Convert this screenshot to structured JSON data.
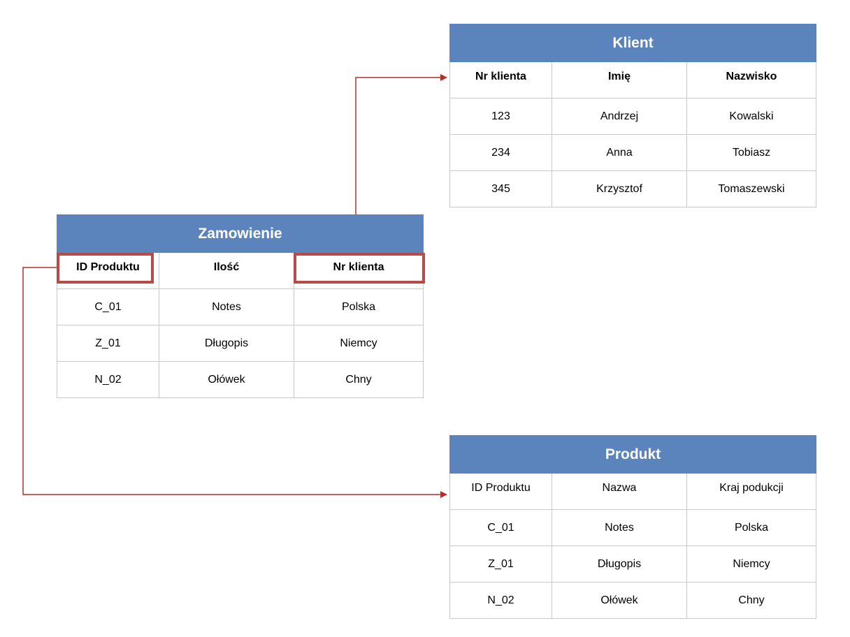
{
  "colors": {
    "header": "#5b84bc",
    "connector": "#b2302a",
    "highlight": "#b94a4a"
  },
  "tables": {
    "klient": {
      "title": "Klient",
      "columns": [
        "Nr klienta",
        "Imię",
        "Nazwisko"
      ],
      "rows": [
        [
          "123",
          "Andrzej",
          "Kowalski"
        ],
        [
          "234",
          "Anna",
          "Tobiasz"
        ],
        [
          "345",
          "Krzysztof",
          "Tomaszewski"
        ]
      ]
    },
    "zamowienie": {
      "title": "Zamowienie",
      "columns": [
        "ID Produktu",
        "Ilość",
        "Nr klienta"
      ],
      "rows": [
        [
          "C_01",
          "Notes",
          "Polska"
        ],
        [
          "Z_01",
          "Długopis",
          "Niemcy"
        ],
        [
          "N_02",
          "Ołówek",
          "Chny"
        ]
      ]
    },
    "produkt": {
      "title": "Produkt",
      "columns": [
        "ID Produktu",
        "Nazwa",
        "Kraj podukcji"
      ],
      "rows": [
        [
          "C_01",
          "Notes",
          "Polska"
        ],
        [
          "Z_01",
          "Długopis",
          "Niemcy"
        ],
        [
          "N_02",
          "Ołówek",
          "Chny"
        ]
      ]
    }
  }
}
